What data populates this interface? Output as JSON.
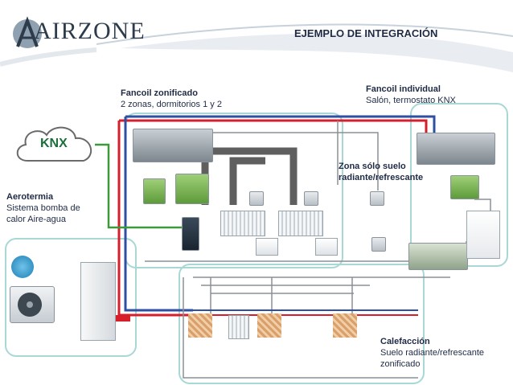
{
  "brand": {
    "logo_text": "AIRZONE"
  },
  "header": {
    "title": "EJEMPLO DE INTEGRACIÓN"
  },
  "knx": {
    "label": "KNX"
  },
  "labels": {
    "fancoil_zonificado": {
      "title": "Fancoil zonificado",
      "subtitle": "2 zonas, dormitorios 1 y 2"
    },
    "fancoil_individual": {
      "title": "Fancoil individual",
      "subtitle": "Salón, termostato KNX"
    },
    "zona_suelo": {
      "title": "Zona sólo suelo",
      "subtitle": "radiante/refrescante"
    },
    "aerotermia": {
      "title": "Aerotermia",
      "line1": "Sistema bomba de",
      "line2": "calor Aire-agua"
    },
    "calefaccion": {
      "title": "Calefacción",
      "line1": "Suelo radiante/refrescante",
      "line2": "zonificado"
    }
  },
  "colors": {
    "title": "#1f2a44",
    "red_pipe": "#d61f2b",
    "blue_pipe": "#2f4fa3",
    "green_wire": "#3c9a3a",
    "gray_cable": "#8a9096",
    "teal_panel": "#a8d8d5",
    "duct": "#5f5f5f"
  }
}
